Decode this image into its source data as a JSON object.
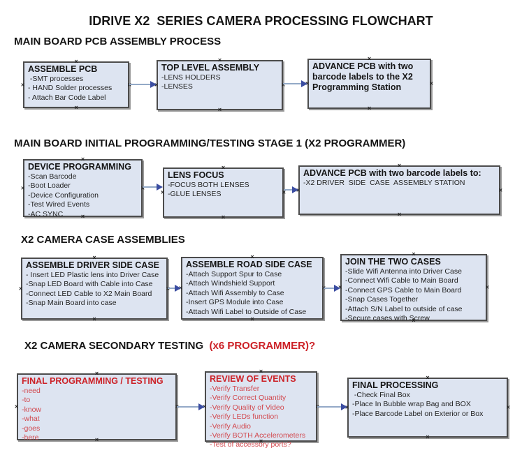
{
  "title": "IDRIVE X2  SERIES CAMERA PROCESSING FLOWCHART",
  "colors": {
    "box_fill": "#dde4f1",
    "box_border": "#4c4c4c",
    "shadow": "#9a9a9a",
    "arrow_line": "#93a9c7",
    "arrow_head": "#3b4da1",
    "red_heading": "#cc2026",
    "red_item": "#d2484e"
  },
  "sections": [
    {
      "header": "MAIN BOARD PCB ASSEMBLY PROCESS",
      "boxes": [
        {
          "title": "ASSEMBLE PCB",
          "items": [
            " -SMT processes",
            "- HAND Solder processes",
            "- Attach Bar Code Label"
          ]
        },
        {
          "title": "TOP LEVEL ASSEMBLY",
          "items": [
            "-LENS HOLDERS",
            "-LENSES"
          ]
        },
        {
          "title": "ADVANCE PCB with two barcode labels to the X2 Programming Station",
          "items": []
        }
      ]
    },
    {
      "header": "MAIN BOARD INITIAL PROGRAMMING/TESTING STAGE 1 (X2 PROGRAMMER)",
      "boxes": [
        {
          "title": "DEVICE PROGRAMMING",
          "items": [
            "-Scan Barcode",
            "-Boot Loader",
            "-Device Configuration",
            "-Test Wired Events",
            "-AC SYNC"
          ]
        },
        {
          "title": "LENS FOCUS",
          "items": [
            "-FOCUS BOTH LENSES",
            "-GLUE LENSES"
          ]
        },
        {
          "title": "ADVANCE PCB with two barcode labels to:",
          "items": [
            "-X2 DRIVER  SIDE  CASE  ASSEMBLY STATION"
          ]
        }
      ]
    },
    {
      "header": "X2 CAMERA CASE ASSEMBLIES",
      "boxes": [
        {
          "title": "ASSEMBLE DRIVER SIDE CASE",
          "items": [
            "- Insert LED Plastic lens into Driver Case",
            "-Snap LED Board with Cable into Case",
            "-Connect LED Cable to X2 Main Board",
            "-Snap Main Board into case"
          ]
        },
        {
          "title": "ASSEMBLE ROAD SIDE CASE",
          "items": [
            "-Attach Support Spur to Case",
            "-Attach Windshield Support",
            "-Attach Wifi Assembly to Case",
            "-Insert GPS Module into Case",
            "-Attach Wifi Label to Outside of Case"
          ]
        },
        {
          "title": "JOIN THE TWO CASES",
          "items": [
            "-Slide Wifi Antenna into Driver Case",
            "-Connect Wifi Cable to Main Board",
            "-Connect GPS Cable to Main Board",
            "-Snap Cases Together",
            "-Attach S/N Label to outside of case",
            "-Secure cases with Screw"
          ]
        }
      ]
    },
    {
      "header": "X2 CAMERA SECONDARY TESTING ",
      "header_suffix": " (x6 PROGRAMMER)?",
      "boxes": [
        {
          "title": "FINAL PROGRAMMING / TESTING",
          "items": [
            "-need",
            "-to",
            "-know",
            "-what",
            "-goes",
            "-here"
          ]
        },
        {
          "title": "REVIEW OF EVENTS",
          "items": [
            "-Verify Transfer",
            "-Verify Correct Quantity",
            "-Verify Quality of Video",
            "-Verify LEDs function",
            "-Verify Audio",
            "-Verify BOTH Accelerometers",
            "-Test of accessory ports?"
          ]
        },
        {
          "title": "FINAL PROCESSING",
          "items": [
            " -Check Final Box",
            "-Place In Bubble wrap Bag and BOX",
            "-Place Barcode Label on Exterior or Box"
          ]
        }
      ]
    }
  ]
}
